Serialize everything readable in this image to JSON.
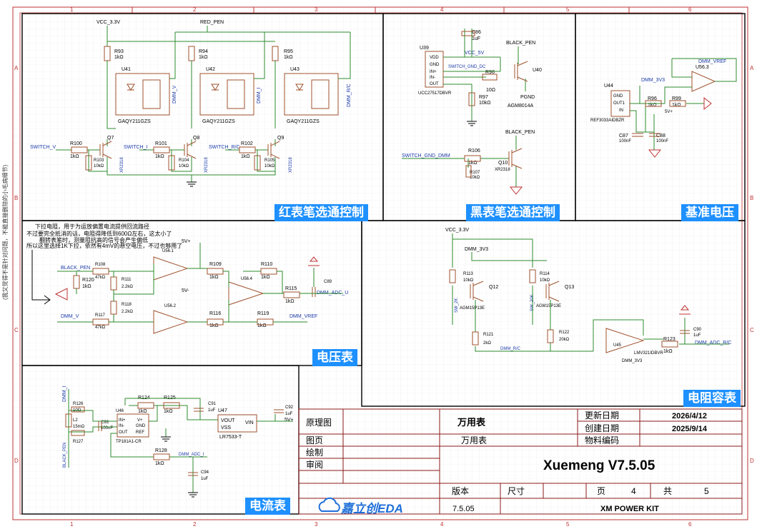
{
  "sections": {
    "red_probe": "红表笔选通控制",
    "black_probe": "黑表笔选通控制",
    "reference": "基准电压",
    "voltmeter": "电压表",
    "resistance": "电阻容表",
    "ammeter": "电流表"
  },
  "side_note": "(我又觉得不是针对问题，不能直接删除的小毛病细节)",
  "annotation": {
    "l1": "下拉电阻，用于为运放偏置电流提供回流路径",
    "l2": "不过要完全抵消的话，电阻得降低到600Ω左右，这太小了",
    "l3": "翻转表笔时，测量阻抗高的信号会产生偏低",
    "l4": "所以这里选择1K下拉，依然有4mV的悬空电压，不过也够用了"
  },
  "frame": {
    "cols": [
      "1",
      "2",
      "3",
      "4",
      "5",
      "6"
    ],
    "rows": [
      "A",
      "B",
      "C",
      "D"
    ]
  },
  "red": {
    "vcc": "VCC_3.3V",
    "redpen": "RED_PEN",
    "r93": "R93",
    "r93v": "1kΩ",
    "r94": "R94",
    "r94v": "1kΩ",
    "r95": "R95",
    "r95v": "1kΩ",
    "u41": "U41",
    "u42": "U42",
    "u43": "U43",
    "gaqy": "GAQY211GZS",
    "dmm_v": "DMM_V",
    "dmm_i": "DMM_I",
    "dmm_ric": "DMM_R/C",
    "q7": "Q7",
    "q8": "Q8",
    "q9": "Q9",
    "r100": "R100",
    "r100v": "1kΩ",
    "r101": "R101",
    "r101v": "1kΩ",
    "r102": "R102",
    "r102v": "1kΩ",
    "r103": "R103",
    "r103v": "10kΩ",
    "r104": "R104",
    "r104v": "10kΩ",
    "r105": "R105",
    "r105v": "10kΩ",
    "sw_v": "SWITCH_V",
    "sw_i": "SWITCH_I",
    "sw_ric": "SWITCH_R/C",
    "xr": "XR2318"
  },
  "black": {
    "u39": "U39",
    "c86": "C86",
    "c86v": "1uF",
    "vcc5": "VCC_5V",
    "vdd": "VDD",
    "gnd": "GND",
    "inp": "IN+",
    "inm": "IN-",
    "out": "OUT",
    "sw_gnd_dc": "SWITCH_GND_DC",
    "r98": "R98",
    "r98v": "10Ω",
    "blackpen": "BLACK_PEN",
    "u40": "U40",
    "pgnd": "PGND",
    "agm": "AGM8014A",
    "r97": "R97",
    "r97v": "10kΩ",
    "ucc": "UCC27517DBVR",
    "blackpen2": "BLACK_PEN",
    "sw_gnd_dmm": "SWITCH_GND_DMM",
    "r106": "R106",
    "r106v": "1kΩ",
    "r107": "R107",
    "r107v": "10kΩ",
    "q10": "Q10",
    "xr": "XR2318"
  },
  "ref": {
    "dmm_vref": "DMM_VREF",
    "u563": "U56.3",
    "dmm_3v3": "DMM_3V3",
    "u44": "U44",
    "gnd": "GND",
    "out1": "OUT1",
    "in": "IN",
    "r96": "R96",
    "r96v": "1kΩ",
    "r99": "R99",
    "r99v": "1kΩ",
    "v5": "5V+",
    "ref3033": "REF3033AIDBZR",
    "c87": "C87",
    "c87v": "100nF",
    "c88": "C88",
    "c88v": "100nF"
  },
  "volt": {
    "black_pen": "BLACK_PEN",
    "r120": "R120",
    "r120v": "1kΩ",
    "r108": "R108",
    "r108v": "47kΩ",
    "r111": "R111",
    "r111v": "2.2kΩ",
    "r118": "R118",
    "r118v": "2.2kΩ",
    "r117": "R117",
    "r117v": "47kΩ",
    "dmm_v": "DMM_V",
    "u561": "U56.1",
    "u562": "U56.2",
    "u564": "U56.4",
    "v5p": "5V+",
    "v5m": "5V-",
    "r109": "R109",
    "r109v": "1kΩ",
    "r110": "R110",
    "r110v": "1kΩ",
    "r115": "R115",
    "r115v": "1kΩ",
    "r116": "R116",
    "r116v": "1kΩ",
    "r119": "R119",
    "r119v": "1kΩ",
    "c89": "C89",
    "adc_u": "DMM_ADC_U",
    "vref": "DMM_VREF"
  },
  "res": {
    "vcc": "VCC_3.3V",
    "dmm3v3": "DMM_3V3",
    "r113": "R113",
    "r113v": "10kΩ",
    "q12": "Q12",
    "agm1": "AGM15P13E",
    "sw2k": "SW_2K",
    "r114": "R114",
    "r114v": "10kΩ",
    "q13": "Q13",
    "agm2": "AGM15P13E",
    "sw20k": "SW_20K",
    "r121": "R121",
    "r121v": "2kΩ",
    "r122": "R122",
    "r122v": "20kΩ",
    "dmm_ric": "DMM_R/C",
    "u45": "U45",
    "lmv": "LMV321IDBVR",
    "dmm3v3b": "DMM_3V3",
    "r123": "R123",
    "r123v": "1kΩ",
    "c90": "C90",
    "c90v": "1uF",
    "adc_ric": "DMM_ADC_R/C"
  },
  "amm": {
    "dmm_i": "DMM_I",
    "r126": "R126",
    "r126v": "10Ω",
    "l2": "L2",
    "l2v": "15mΩ",
    "r127": "R127",
    "black_pen": "BLACK_PEN",
    "c93": "C93",
    "c93v": "100nF",
    "u46": "U46",
    "inp": "IN+",
    "inm": "IN-",
    "out": "OUT",
    "vp": "V+",
    "gnd": "GND",
    "ref": "REF",
    "tp": "TP181A1-CR",
    "r124": "R124",
    "r124v": "1kΩ",
    "r125": "R125",
    "r125v": "1kΩ",
    "c91": "C91",
    "c91v": "1uF",
    "u47": "U47",
    "vout": "VOUT",
    "vss": "VSS",
    "vin": "VIN",
    "lr": "LR7533-T",
    "c92": "C92",
    "c92v": "1uF",
    "v5": "5V+",
    "r128": "R128",
    "r128v": "1kΩ",
    "adc_i": "DMM_ADC_I",
    "c94": "C94",
    "c94v": "1uF"
  },
  "title_block": {
    "schematic_label": "原理图",
    "schematic_value": "万用表",
    "page_label": "图页",
    "page_value": "万用表",
    "drawn_label": "绘制",
    "review_label": "审阅",
    "updated_label": "更新日期",
    "updated_value": "2026/4/12",
    "created_label": "创建日期",
    "created_value": "2025/9/14",
    "material_label": "物料编码",
    "project": "Xuemeng V7.5.05",
    "version_label": "版本",
    "size_label": "尺寸",
    "page_no_label": "页",
    "page_no": "4",
    "total_label": "共",
    "total": "5",
    "version_value": "7.5.05",
    "product": "XM POWER KIT",
    "logo_text": "嘉立创EDA"
  }
}
